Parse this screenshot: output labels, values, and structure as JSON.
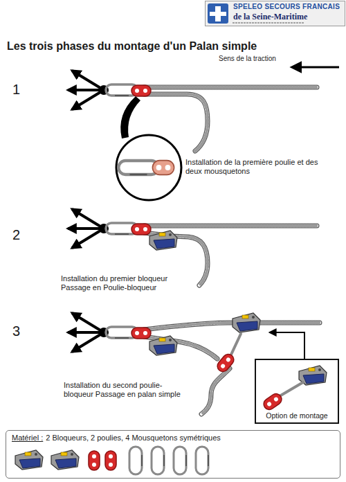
{
  "diagram": {
    "title": "Les trois phases du montage d'un Palan simple",
    "nodes": [
      {
        "text": [
          "SPELEO SECOURS FRANCAIS",
          "de la Seine-Maritime"
        ]
      },
      {
        "text": [
          "Option de montage"
        ]
      },
      {
        "text": [
          "Matériel :",
          "2 Bloqueurs, 2 poulies, 4 Mousquetons symétriques"
        ]
      }
    ],
    "labels": [
      "Sens de la traction",
      "1",
      "Installation de la première poulie et des deux mousquetons",
      "2",
      "Installation du premier bloqueur Passage en Poulie-bloqueur",
      "3",
      "Installation du second poulie-bloqueur Passage en palan simple"
    ]
  }
}
